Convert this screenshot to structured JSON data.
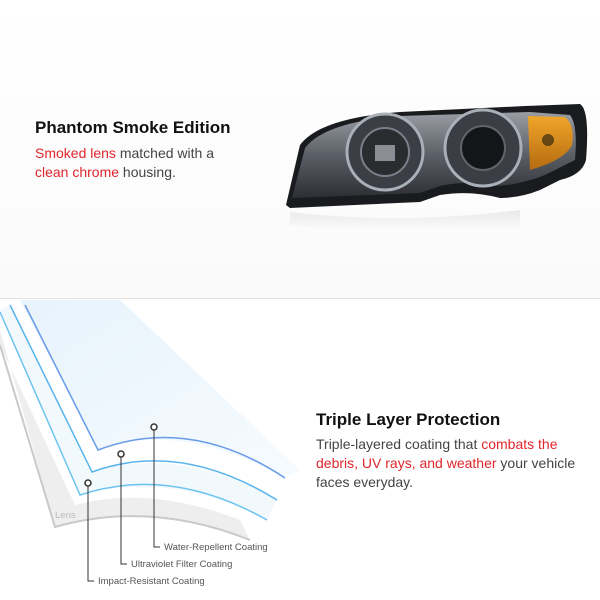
{
  "section1": {
    "title": "Phantom Smoke Edition",
    "body": [
      {
        "text": "Smoked lens",
        "highlight": true
      },
      {
        "text": " matched with a ",
        "highlight": false
      },
      {
        "text": "clean chrome",
        "highlight": true
      },
      {
        "text": " housing.",
        "highlight": false
      }
    ]
  },
  "section2": {
    "title": "Triple Layer Protection",
    "body": [
      {
        "text": "Triple-layered coating that ",
        "highlight": false
      },
      {
        "text": "combats the debris, UV rays, and weather",
        "highlight": true
      },
      {
        "text": " your vehicle faces everyday.",
        "highlight": false
      }
    ],
    "diagram": {
      "lens_label": "Lens",
      "layers": [
        "Water-Repellent Coating",
        "Ultraviolet Filter Coating",
        "Impact-Resistant Coating"
      ]
    }
  },
  "colors": {
    "highlight": "#e0262b",
    "layer": "#5aaee8"
  }
}
